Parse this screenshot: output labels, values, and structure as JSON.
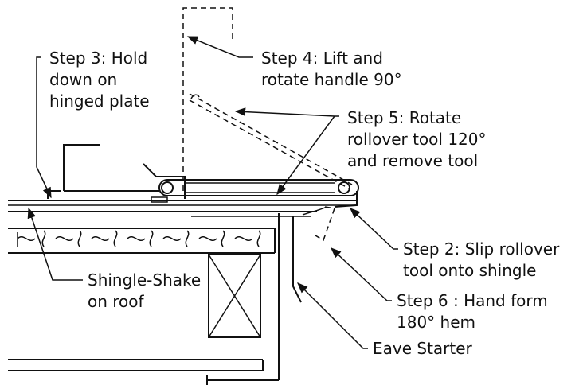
{
  "labels": {
    "step3": [
      "Step 3: Hold",
      "down on",
      "hinged plate"
    ],
    "step4": [
      "Step 4: Lift and",
      "rotate handle 90°"
    ],
    "step5": [
      "Step 5: Rotate",
      "rollover tool 120°",
      "and remove tool"
    ],
    "step2": [
      "Step 2: Slip rollover",
      "tool onto shingle"
    ],
    "step6": [
      "Step 6 : Hand form",
      "180° hem"
    ],
    "shingle": [
      "Shingle-Shake",
      "on roof"
    ],
    "eave": [
      "Eave Starter"
    ]
  }
}
